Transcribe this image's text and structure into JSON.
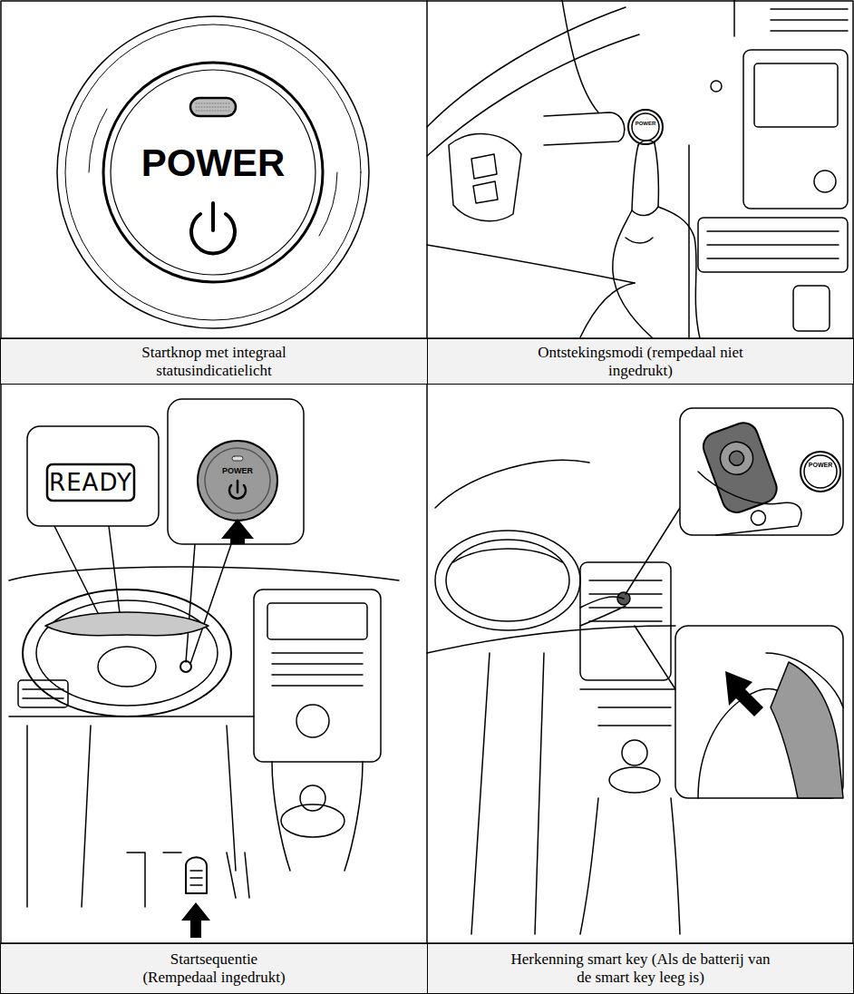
{
  "diagram": {
    "nodes": [
      {
        "text": [
          "Startknop met integraal statusindicatielicht"
        ]
      },
      {
        "text": [
          "Ontstekingsmodi (rempedaal niet ingedrukt)"
        ]
      },
      {
        "text": [
          "Startsequentie (Rempedaal ingedrukt)"
        ]
      },
      {
        "text": [
          "Herkenning smart key (Als de batterij van de smart key leeg is)"
        ]
      }
    ],
    "labels": [
      "POWER",
      "POWER",
      "READY",
      "POWER",
      "POWER"
    ]
  }
}
